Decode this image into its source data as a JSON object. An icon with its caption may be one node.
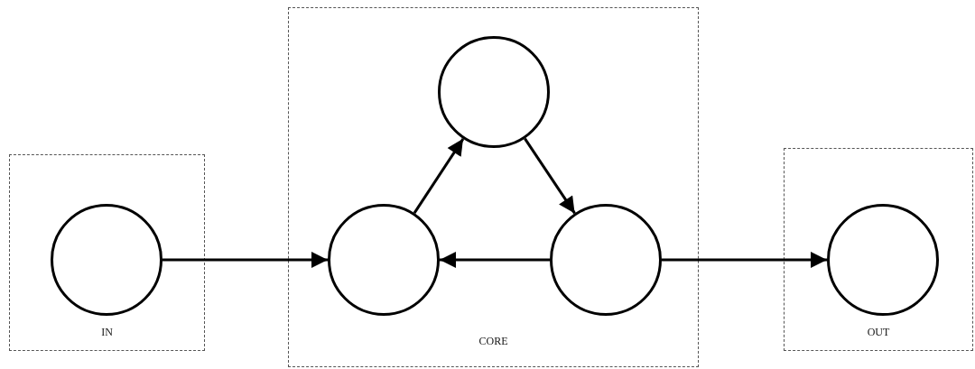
{
  "diagram": {
    "nodes": [
      {
        "text": [
          "IN"
        ]
      },
      {
        "text": [],
        "shape": "circle",
        "in": 0
      },
      {
        "text": [
          "CORE"
        ]
      },
      {
        "text": [],
        "shape": "circle",
        "in": 2
      },
      {
        "text": [],
        "shape": "circle",
        "in": 2
      },
      {
        "text": [],
        "shape": "circle",
        "in": 2
      },
      {
        "text": [
          "OUT"
        ]
      },
      {
        "text": [],
        "shape": "circle",
        "in": 6
      }
    ],
    "edges": [
      {
        "from": 1,
        "to": 4,
        "arrow": "to"
      },
      {
        "from": 4,
        "to": 3,
        "arrow": "to"
      },
      {
        "from": 3,
        "to": 5,
        "arrow": "to"
      },
      {
        "from": 5,
        "to": 4,
        "arrow": "to"
      },
      {
        "from": 5,
        "to": 7,
        "arrow": "to"
      }
    ]
  }
}
